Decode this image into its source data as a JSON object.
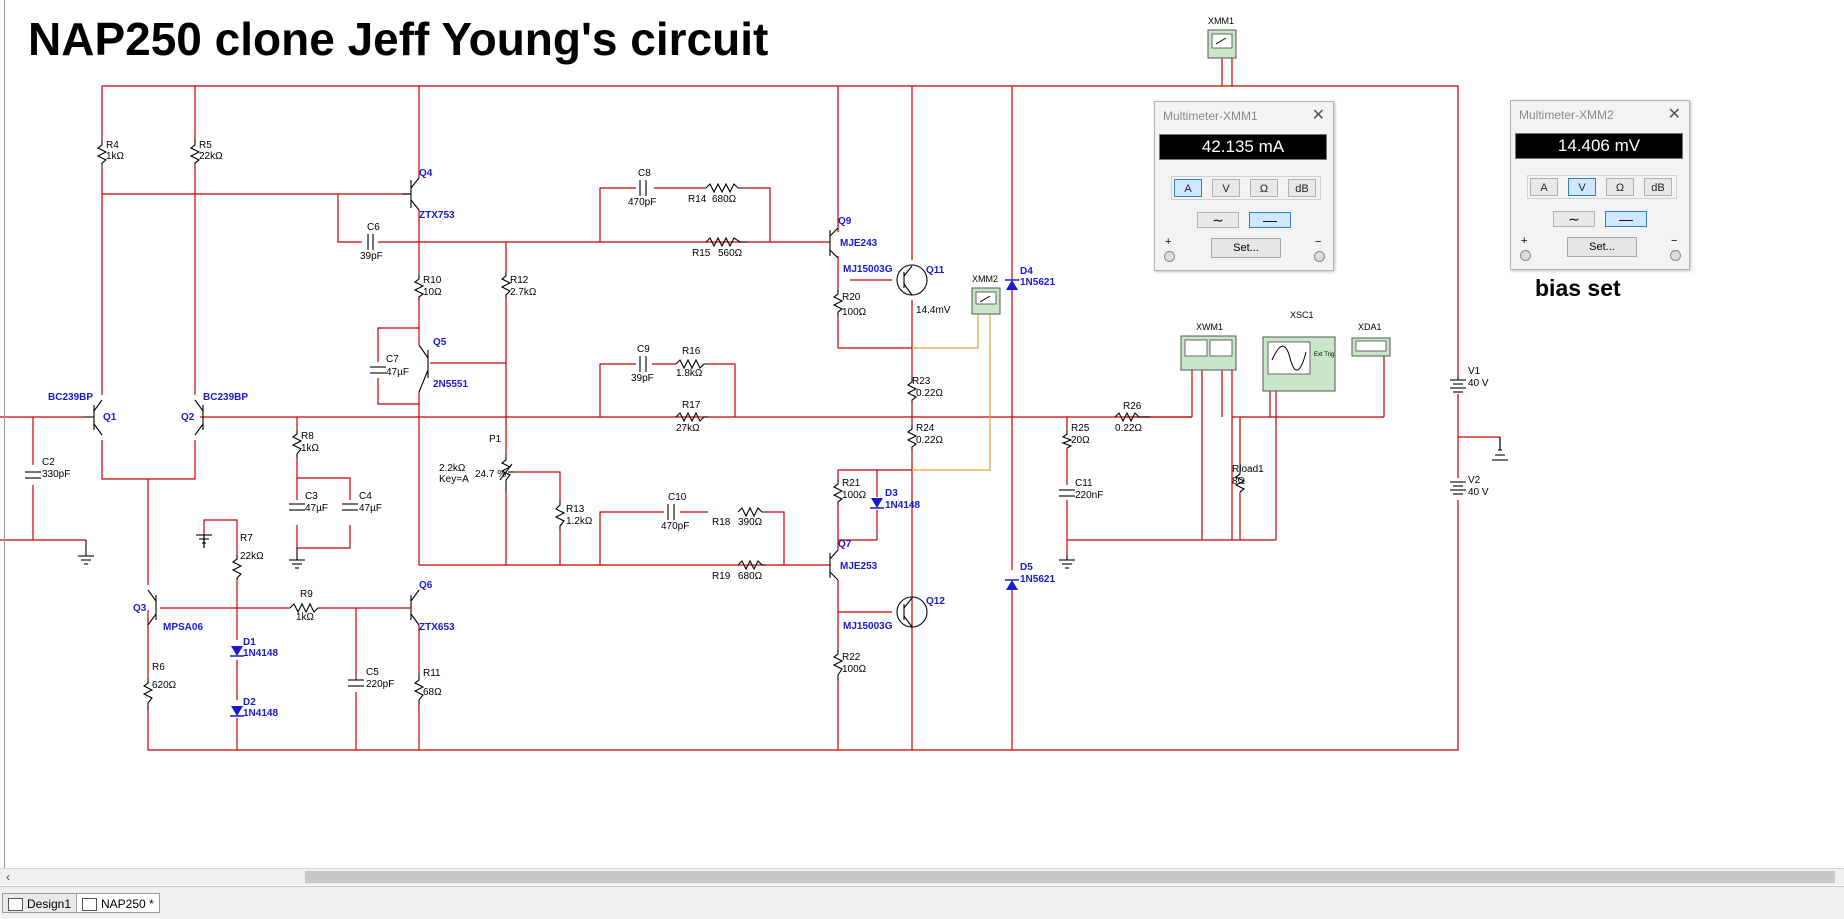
{
  "schematic": {
    "title": "NAP250 clone Jeff Young's circuit",
    "annotation": "bias set",
    "components": {
      "R4": {
        "ref": "R4",
        "value": "1kΩ"
      },
      "R5": {
        "ref": "R5",
        "value": "22kΩ"
      },
      "Q4": {
        "ref": "Q4",
        "model": "ZTX753"
      },
      "C6": {
        "ref": "C6",
        "value": "39pF"
      },
      "C8": {
        "ref": "C8",
        "value": "470pF"
      },
      "R14": {
        "ref": "R14",
        "value": "680Ω"
      },
      "R15": {
        "ref": "R15",
        "value": "560Ω"
      },
      "Q9": {
        "ref": "Q9",
        "model": "MJE243"
      },
      "Q11": {
        "ref": "Q11",
        "model": "MJ15003G"
      },
      "R20": {
        "ref": "R20",
        "value": "100Ω"
      },
      "probe": "14.4mV",
      "D4": {
        "ref": "D4",
        "model": "1N5621"
      },
      "R10": {
        "ref": "R10",
        "value": "10Ω"
      },
      "R12": {
        "ref": "R12",
        "value": "2.7kΩ"
      },
      "Q5": {
        "ref": "Q5",
        "model": "2N5551"
      },
      "C7": {
        "ref": "C7",
        "value": "47µF"
      },
      "C9": {
        "ref": "C9",
        "value": "39pF"
      },
      "R16": {
        "ref": "R16",
        "value": "1.8kΩ"
      },
      "R17": {
        "ref": "R17",
        "value": "27kΩ"
      },
      "R23": {
        "ref": "R23",
        "value": "0.22Ω"
      },
      "R24": {
        "ref": "R24",
        "value": "0.22Ω"
      },
      "Q1": {
        "ref": "Q1",
        "model": "BC239BP"
      },
      "Q2": {
        "ref": "Q2",
        "model": "BC239BP"
      },
      "C2": {
        "ref": "C2",
        "value": "330pF"
      },
      "R8": {
        "ref": "R8",
        "value": "1kΩ"
      },
      "C3": {
        "ref": "C3",
        "value": "47µF"
      },
      "C4": {
        "ref": "C4",
        "value": "47µF"
      },
      "P1": {
        "ref": "P1",
        "value": "2.2kΩ",
        "key": "Key=A",
        "setting": "24.7 %"
      },
      "R13": {
        "ref": "R13",
        "value": "1.2kΩ"
      },
      "C10": {
        "ref": "C10",
        "value": "470pF"
      },
      "R18": {
        "ref": "R18",
        "value": "390Ω"
      },
      "R19": {
        "ref": "R19",
        "value": "680Ω"
      },
      "R21": {
        "ref": "R21",
        "value": "100Ω"
      },
      "D3": {
        "ref": "D3",
        "model": "1N4148"
      },
      "Q7": {
        "ref": "Q7",
        "model": "MJE253"
      },
      "Q12": {
        "ref": "Q12",
        "model": "MJ15003G"
      },
      "R22": {
        "ref": "R22",
        "value": "100Ω"
      },
      "D5": {
        "ref": "D5",
        "model": "1N5621"
      },
      "R7": {
        "ref": "R7",
        "value": "22kΩ"
      },
      "R9": {
        "ref": "R9",
        "value": "1kΩ"
      },
      "Q3": {
        "ref": "Q3",
        "model": "MPSA06"
      },
      "Q6": {
        "ref": "Q6",
        "model": "ZTX653"
      },
      "D1": {
        "ref": "D1",
        "model": "1N4148"
      },
      "D2": {
        "ref": "D2",
        "model": "1N4148"
      },
      "R6": {
        "ref": "R6",
        "value": "620Ω"
      },
      "C5": {
        "ref": "C5",
        "value": "220pF"
      },
      "R11": {
        "ref": "R11",
        "value": "68Ω"
      },
      "R25": {
        "ref": "R25",
        "value": "20Ω"
      },
      "R26": {
        "ref": "R26",
        "value": "0.22Ω"
      },
      "C11": {
        "ref": "C11",
        "value": "220nF"
      },
      "Rload1": {
        "ref": "Rload1",
        "value": "8Ω"
      },
      "V1": {
        "ref": "V1",
        "value": "40 V"
      },
      "V2": {
        "ref": "V2",
        "value": "40 V"
      }
    },
    "instruments": {
      "XMM1": "XMM1",
      "XMM2": "XMM2",
      "XWM1": "XWM1",
      "XSC1": "XSC1",
      "XDA1": "XDA1",
      "xsc_ext": "Ext Trig"
    }
  },
  "multimeters": [
    {
      "title": "Multimeter-XMM1",
      "reading": "42.135 mA",
      "modes": [
        "A",
        "V",
        "Ω",
        "dB"
      ],
      "active_mode": "A",
      "waves": [
        "∼",
        "—"
      ],
      "active_wave": 1,
      "set_label": "Set...",
      "plus": "+",
      "minus": "−"
    },
    {
      "title": "Multimeter-XMM2",
      "reading": "14.406 mV",
      "modes": [
        "A",
        "V",
        "Ω",
        "dB"
      ],
      "active_mode": "V",
      "waves": [
        "∼",
        "—"
      ],
      "active_wave": 1,
      "set_label": "Set...",
      "plus": "+",
      "minus": "−"
    }
  ],
  "tabs": [
    {
      "label": "Design1",
      "active": false
    },
    {
      "label": "NAP250 *",
      "active": true
    }
  ],
  "scroll": {
    "left_arrow": "‹"
  },
  "colors": {
    "wire": "#cc0000",
    "probe_wire": "#e0a040",
    "component_label": "#1a1ad0"
  }
}
